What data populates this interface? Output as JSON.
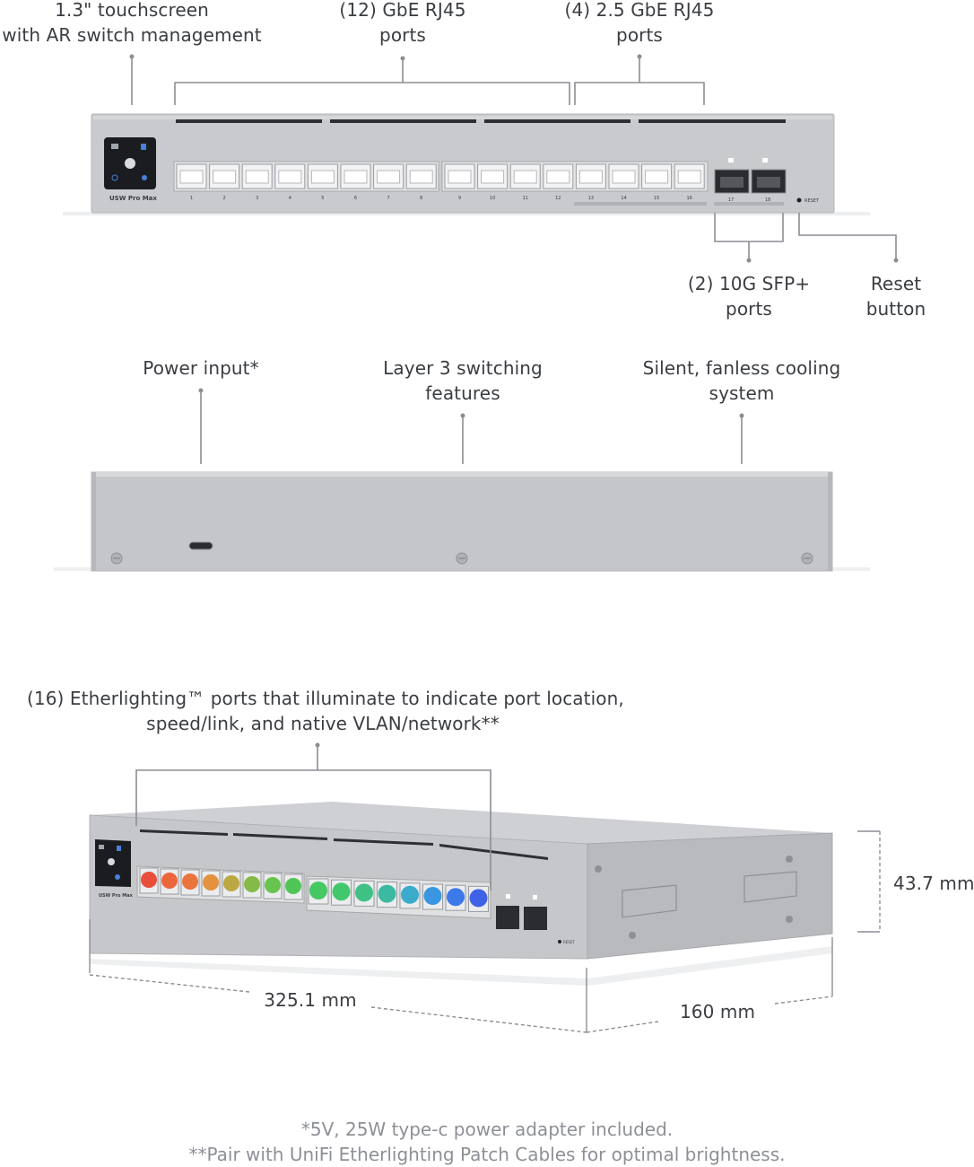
{
  "front_view": {
    "device_label": "USW Pro Max",
    "reset_label": "RESET",
    "rj45_port_numbers": [
      "1",
      "2",
      "3",
      "4",
      "5",
      "6",
      "7",
      "8",
      "9",
      "10",
      "11",
      "12",
      "13",
      "14",
      "15",
      "16"
    ],
    "sfp_port_numbers": [
      "17",
      "18"
    ],
    "callouts": {
      "touchscreen": [
        "1.3\" touchscreen",
        "with AR switch management"
      ],
      "gbe_ports": [
        "(12) GbE RJ45",
        "ports"
      ],
      "gbe25_ports": [
        "(4) 2.5 GbE RJ45",
        "ports"
      ],
      "sfp_ports": [
        "(2) 10G SFP+",
        "ports"
      ],
      "reset_button": [
        "Reset",
        "button"
      ]
    }
  },
  "rear_view": {
    "callouts": {
      "power_input": [
        "Power input*"
      ],
      "layer3": [
        "Layer 3 switching",
        "features"
      ],
      "cooling": [
        "Silent, fanless cooling",
        "system"
      ]
    }
  },
  "iso_view": {
    "etherlighting_callout": [
      "(16) Etherlighting™ ports that illuminate to indicate port location,",
      "speed/link, and native VLAN/network**"
    ],
    "etherlighting_colors": [
      "#e8402a",
      "#ee5a2c",
      "#e9692d",
      "#e48a30",
      "#b7a233",
      "#7bb53a",
      "#5cc040",
      "#42c24a",
      "#36c456",
      "#32c462",
      "#2fbd7a",
      "#2db59a",
      "#2aa5c8",
      "#2a8ee0",
      "#2d6fe8",
      "#3056e6"
    ],
    "dimensions": {
      "width": "325.1 mm",
      "depth": "160 mm",
      "height": "43.7 mm"
    }
  },
  "footnotes": {
    "power": "*5V, 25W type-c power adapter included.",
    "cables": "**Pair with UniFi Etherlighting Patch Cables for optimal brightness."
  }
}
